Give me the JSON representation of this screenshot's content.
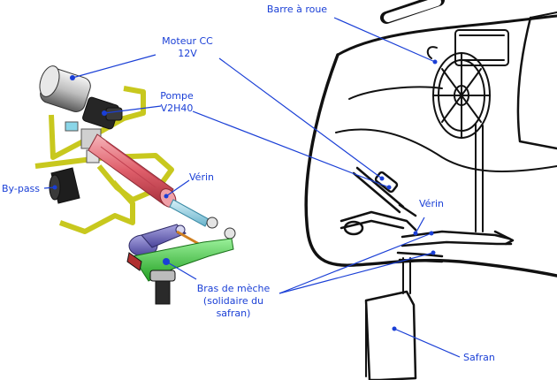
{
  "labels": {
    "moteur_line1": "Moteur CC",
    "moteur_line2": "12V",
    "pompe_line1": "Pompe",
    "pompe_line2": "V2H40",
    "verin_left": "Vérin",
    "bypass": "By-pass",
    "bras_line1": "Bras de mèche",
    "bras_line2": "(solidaire du",
    "bras_line3": "safran)",
    "barre": "Barre à roue",
    "verin_right": "Vérin",
    "safran": "Safran"
  },
  "colors": {
    "label": "#1a3fd6",
    "leader": "#1a3fd6",
    "frame": "#c8c81e",
    "cylinder": "#e8707a",
    "tiller": "#3cc83c",
    "motor": "#d8d8d8",
    "pump": "#222222",
    "ink": "#111111"
  }
}
